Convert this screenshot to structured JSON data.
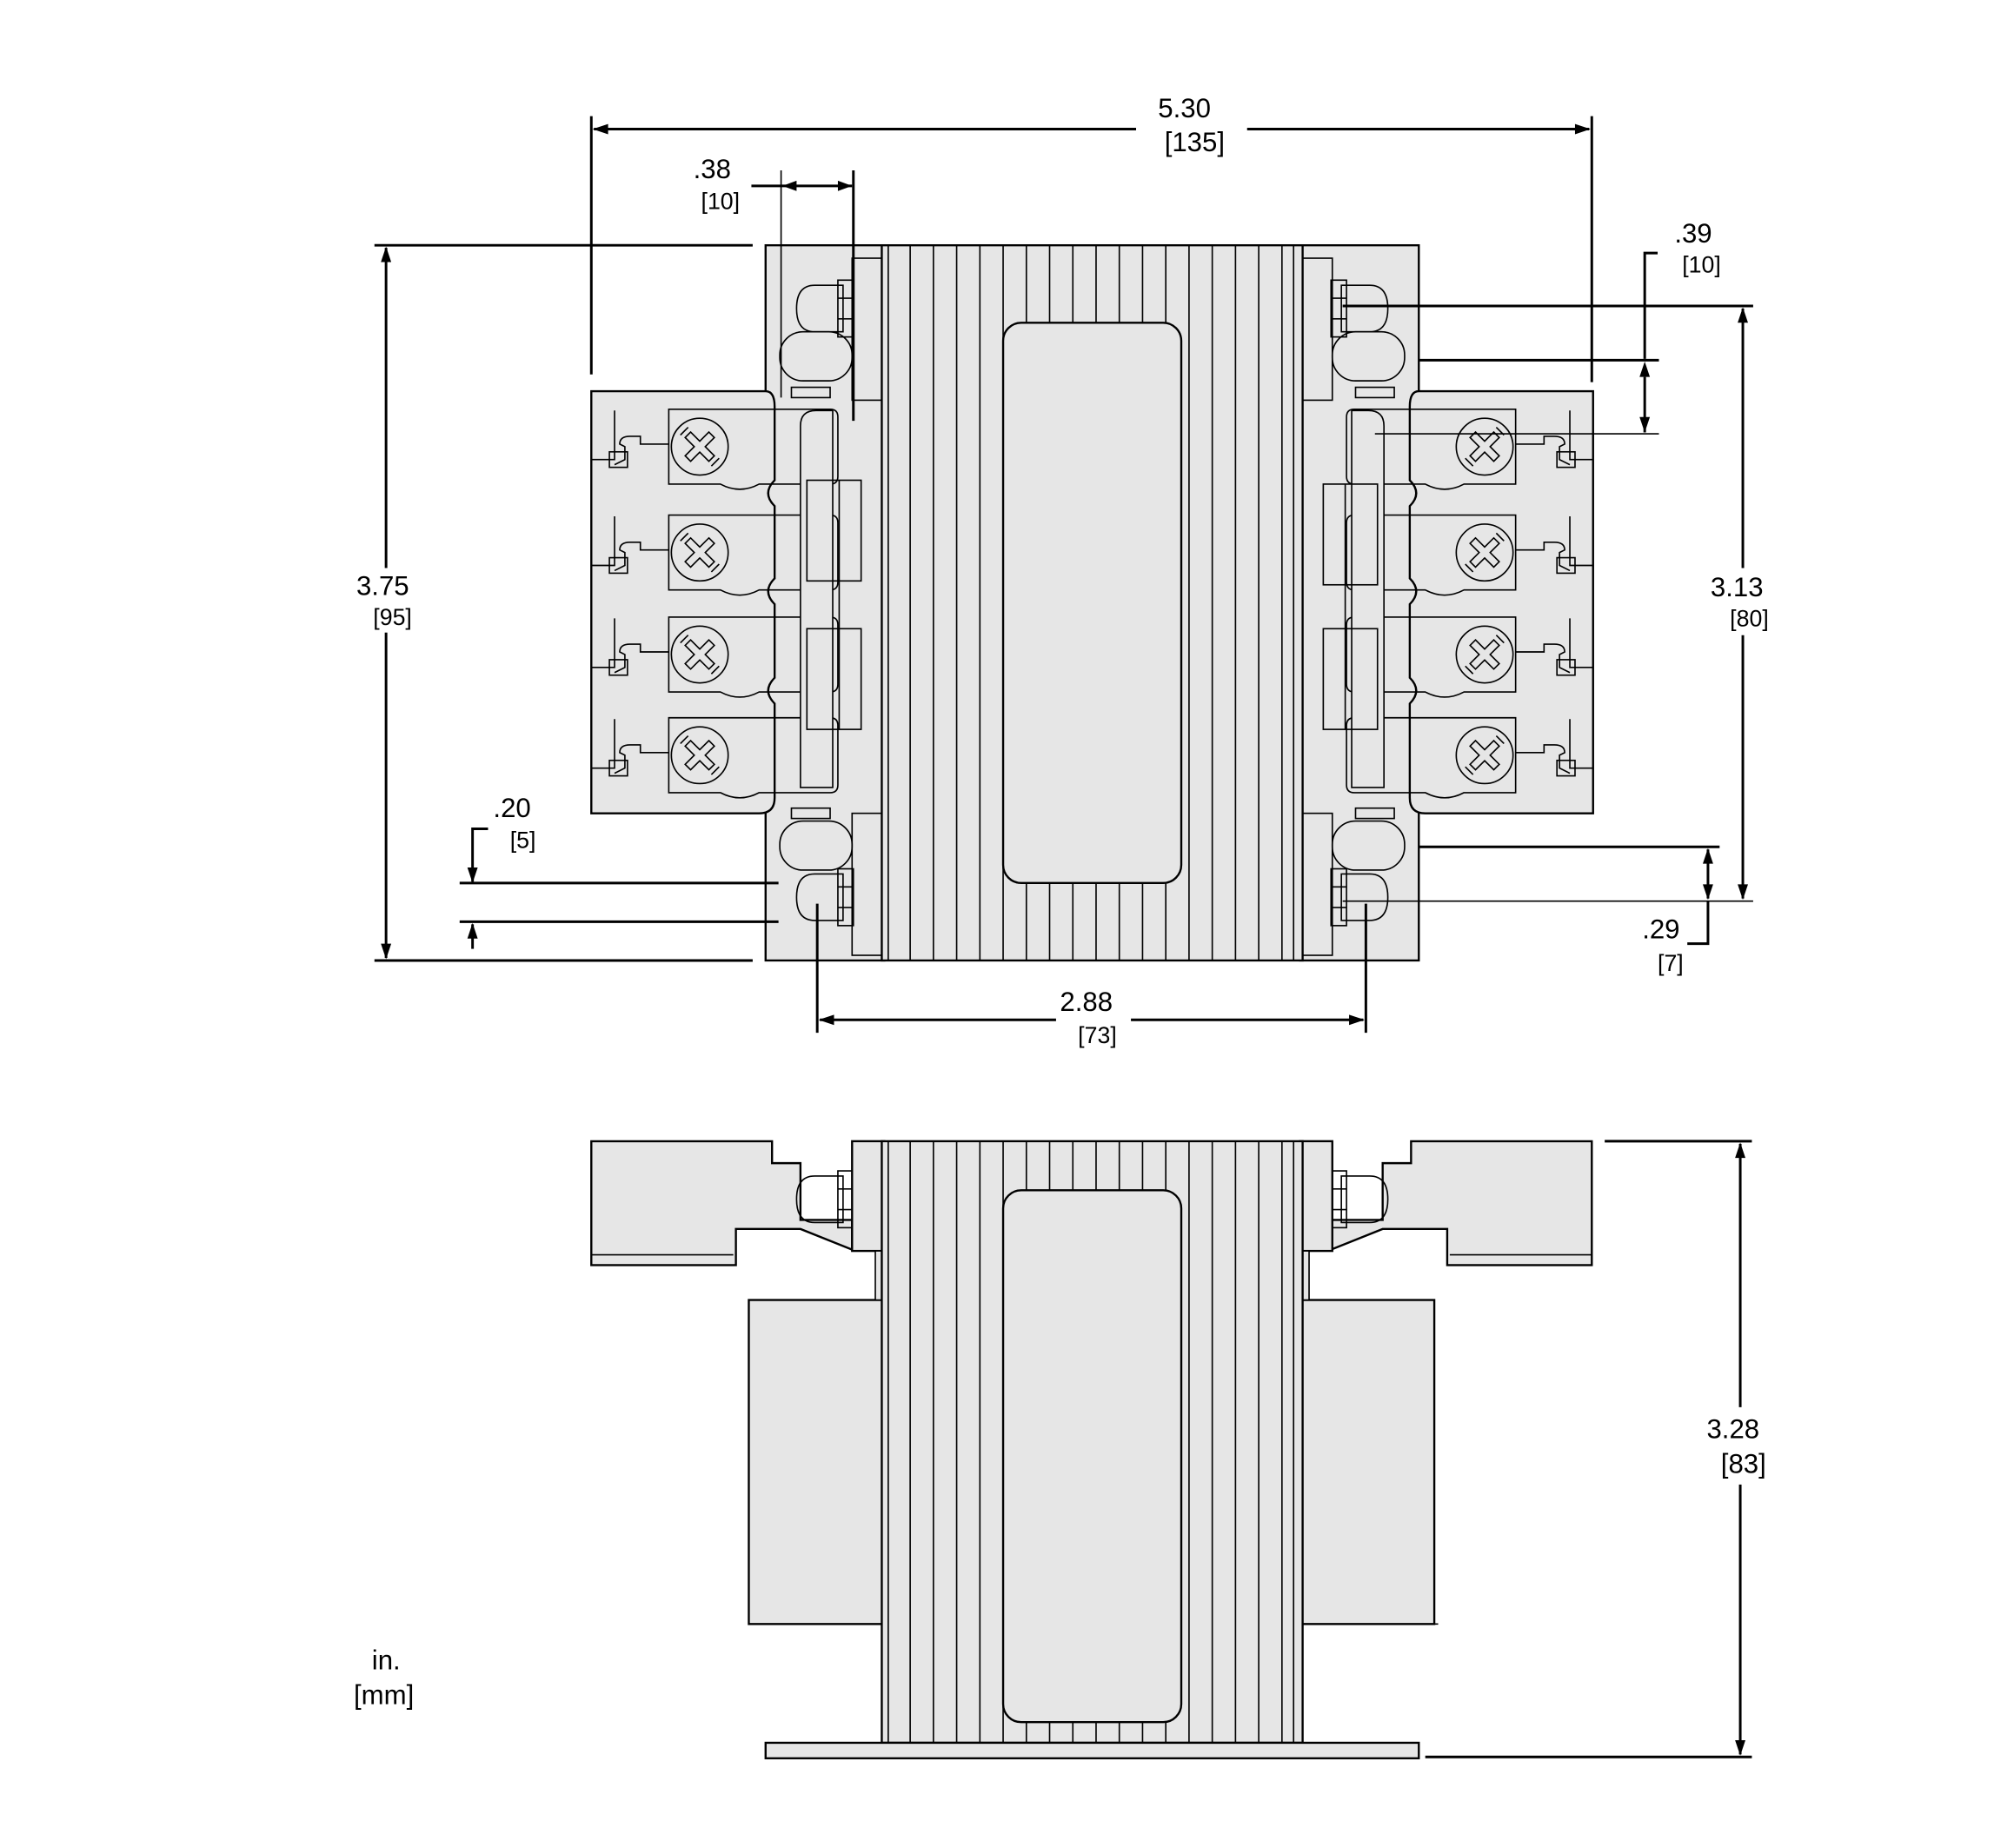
{
  "drawing": {
    "type": "Transformer outline dimension drawing",
    "views": [
      "top-view",
      "side-view"
    ],
    "units": {
      "primary": "in.",
      "secondary": "[mm]"
    },
    "colors": {
      "part_fill": "#e6e6e6",
      "line": "#000000",
      "background": "#ffffff"
    }
  },
  "dimensions": {
    "overall_width": {
      "in": "5.30",
      "mm": "[135]"
    },
    "slot_offset_top": {
      "in": ".38",
      "mm": "[10]"
    },
    "terminal_offset_right": {
      "in": ".39",
      "mm": "[10]"
    },
    "overall_depth": {
      "in": "3.75",
      "mm": "[95]"
    },
    "mounting_hole_vertical": {
      "in": "3.13",
      "mm": "[80]"
    },
    "slot_width_left": {
      "in": ".20",
      "mm": "[5]"
    },
    "slot_offset_right": {
      "in": ".29",
      "mm": "[7]"
    },
    "mounting_hole_horizontal": {
      "in": "2.88",
      "mm": "[73]"
    },
    "overall_height": {
      "in": "3.28",
      "mm": "[83]"
    }
  },
  "top_view": {
    "terminals_left": 4,
    "terminals_right": 4,
    "screw_icon": "phillips-screw"
  },
  "legend": {
    "unit_in": "in.",
    "unit_mm": "[mm]"
  }
}
